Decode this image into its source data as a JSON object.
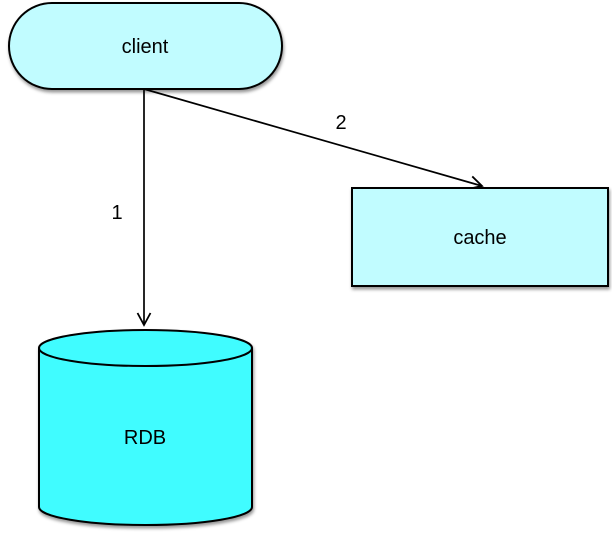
{
  "diagram": {
    "background_color": "#ffffff",
    "line_color": "#000000",
    "text_color": "#000000",
    "nodes": {
      "client": {
        "label": "client",
        "shape": "stadium",
        "fill": "#c1fcff"
      },
      "cache": {
        "label": "cache",
        "shape": "rectangle",
        "fill": "#c1fcff"
      },
      "rdb": {
        "label": "RDB",
        "shape": "cylinder",
        "fill": "#40fcff"
      }
    },
    "edges": {
      "client_to_rdb": {
        "from": "client",
        "to": "rdb",
        "label": "1"
      },
      "client_to_cache": {
        "from": "client",
        "to": "cache",
        "label": "2"
      }
    }
  }
}
